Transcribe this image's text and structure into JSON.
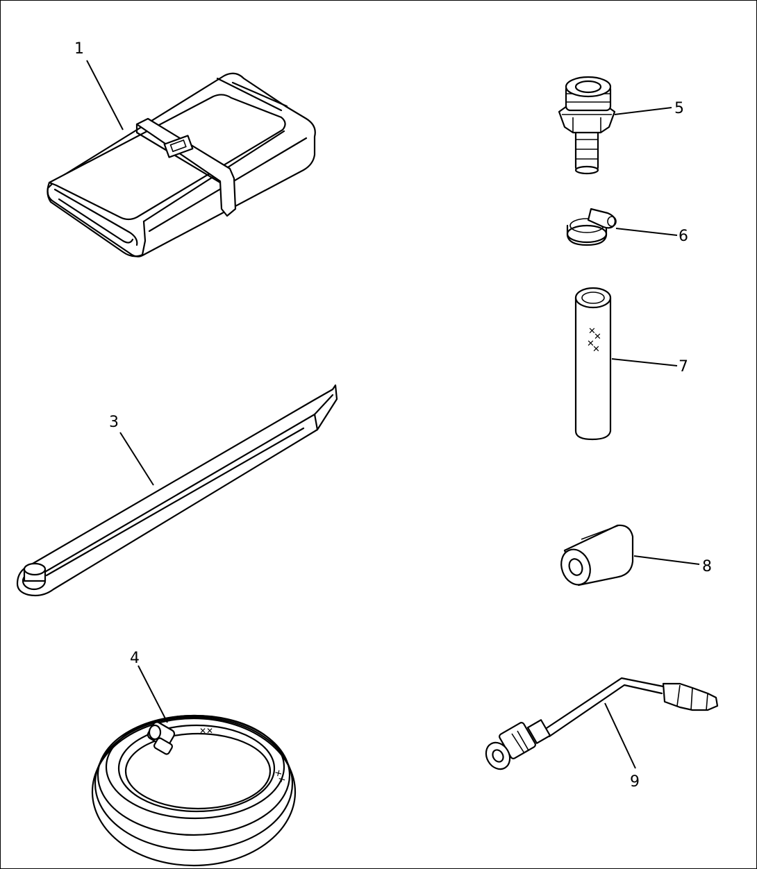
{
  "callouts": {
    "c1": "1",
    "c3": "3",
    "c4": "4",
    "c5": "5",
    "c6": "6",
    "c7": "7",
    "c8": "8",
    "c9": "9"
  }
}
